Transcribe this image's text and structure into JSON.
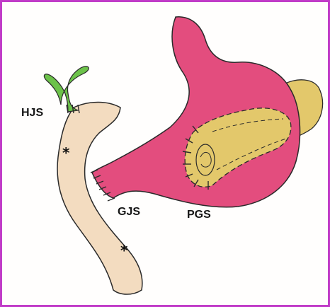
{
  "labels": {
    "hjs": "HJS",
    "gjs": "GJS",
    "pgs": "PGS",
    "asterisk_upper": "*",
    "asterisk_lower": "*"
  },
  "colors": {
    "frame": "#c13cc8",
    "jejunum": "#f3dcc0",
    "stomach": "#e34d7e",
    "pancreas": "#e3c86b",
    "bile_duct": "#6cc24a",
    "outline": "#2a2a2a"
  }
}
